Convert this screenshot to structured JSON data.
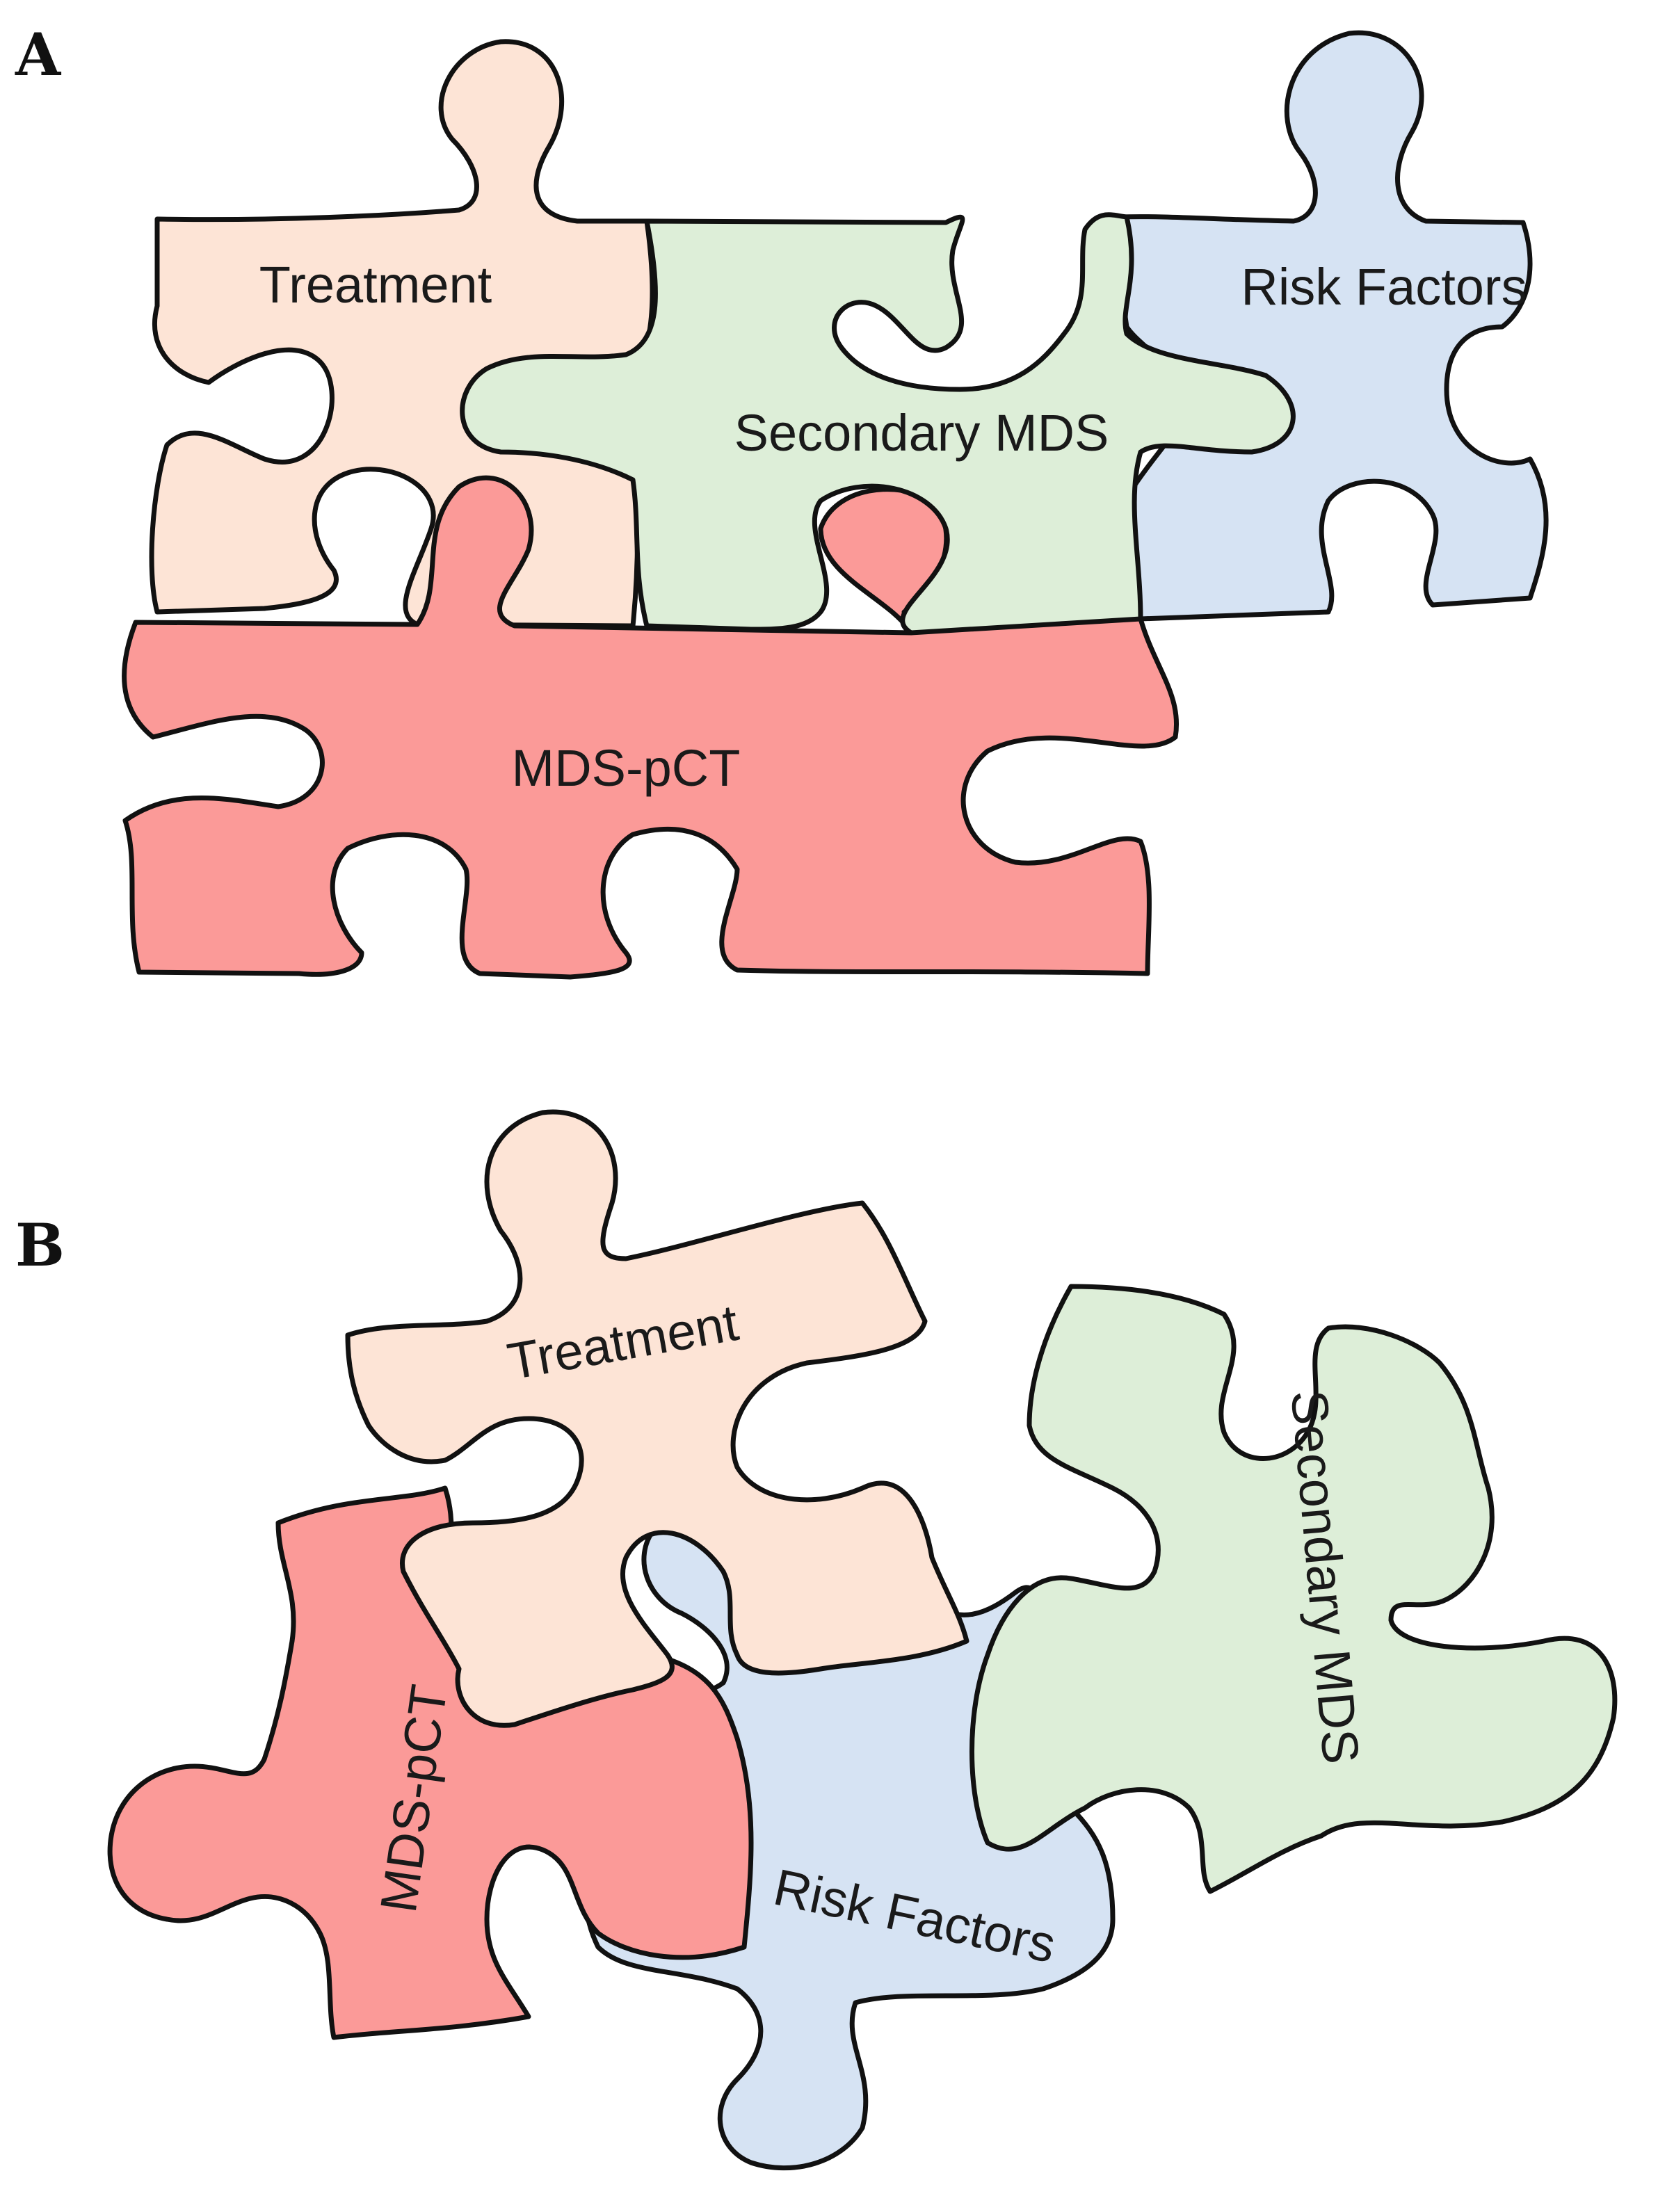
{
  "panels": [
    {
      "label": "A",
      "pieces": [
        {
          "label": "Treatment",
          "color": "#fde4d6"
        },
        {
          "label": "Secondary MDS",
          "color": "#ddeed8"
        },
        {
          "label": "Risk Factors",
          "color": "#d6e3f3"
        },
        {
          "label": "MDS-pCT",
          "color": "#fb9a98"
        }
      ]
    },
    {
      "label": "B",
      "pieces": [
        {
          "label": "Treatment",
          "color": "#fde4d6"
        },
        {
          "label": "Secondary MDS",
          "color": "#ddeed8"
        },
        {
          "label": "Risk Factors",
          "color": "#d6e3f3"
        },
        {
          "label": "MDS-pCT",
          "color": "#fb9a98"
        }
      ]
    }
  ],
  "colors": {
    "outline": "#111111",
    "background": "#ffffff"
  }
}
